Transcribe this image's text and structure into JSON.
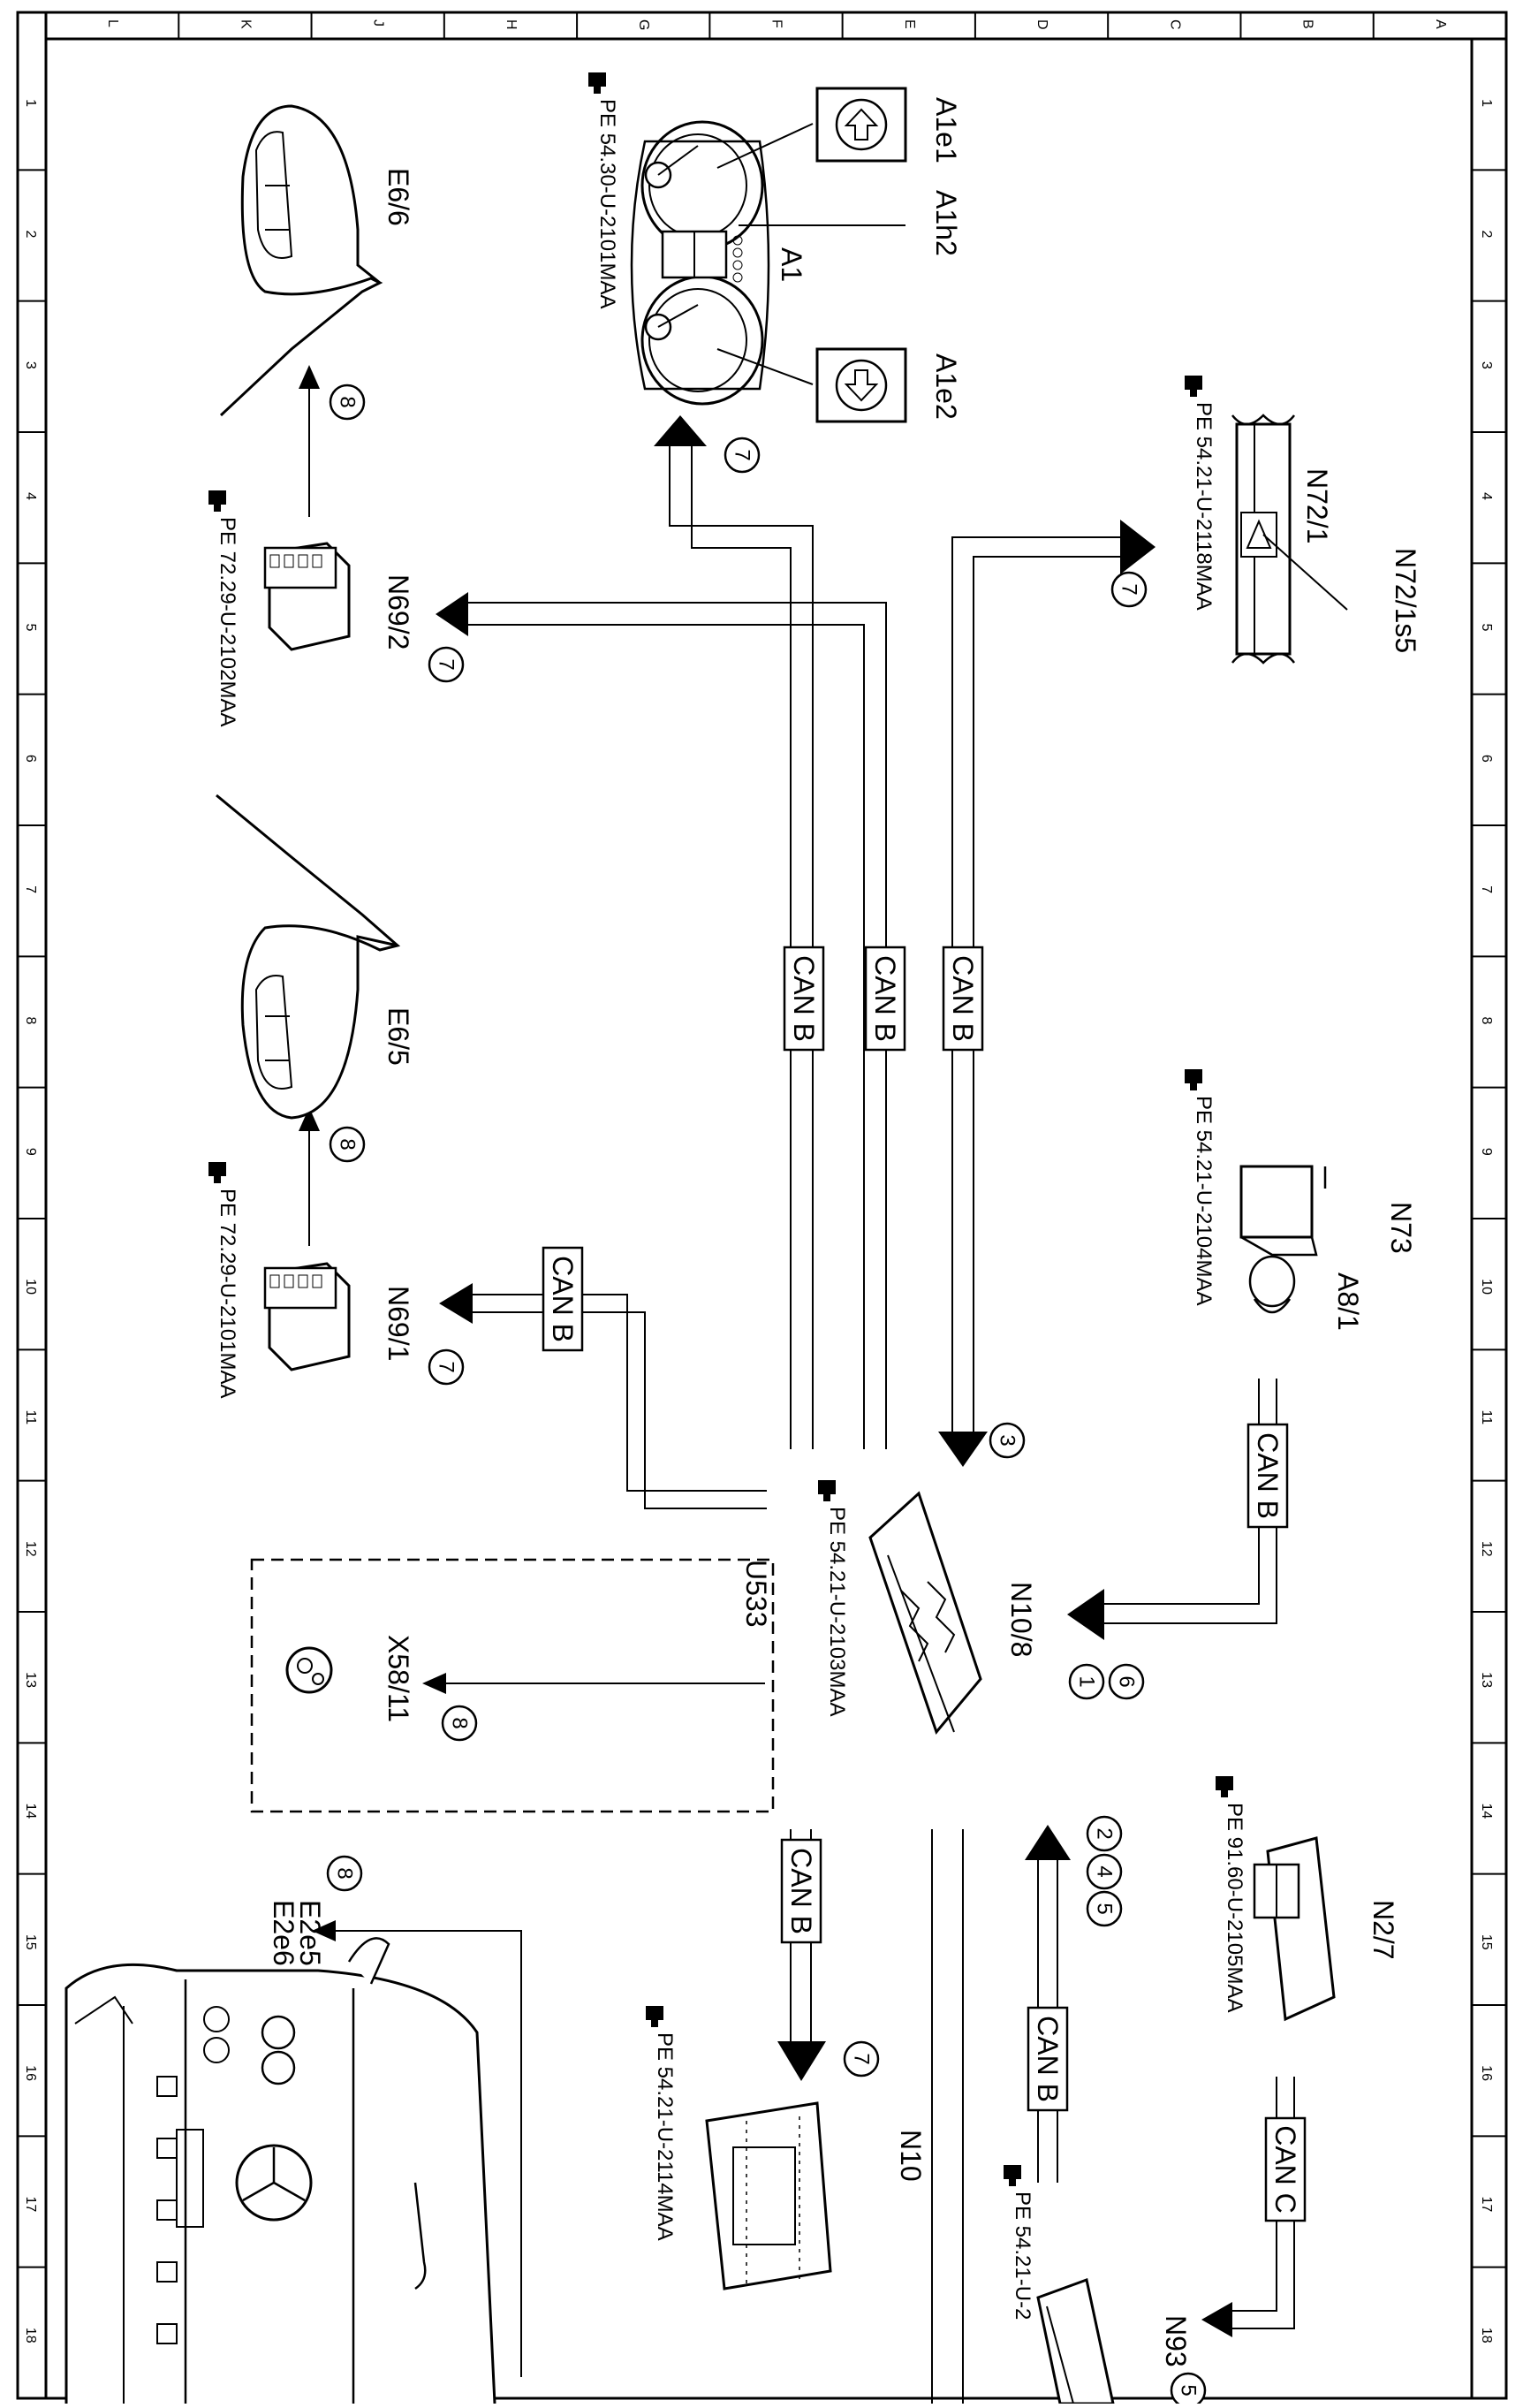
{
  "grid": {
    "cols": [
      "A",
      "B",
      "C",
      "D",
      "E",
      "F",
      "G",
      "H",
      "J",
      "K",
      "L"
    ],
    "rows": [
      "1",
      "2",
      "3",
      "4",
      "5",
      "6",
      "7",
      "8",
      "9",
      "10",
      "11",
      "12",
      "13",
      "14",
      "15",
      "16",
      "17",
      "18"
    ]
  },
  "components": {
    "A1": "A1",
    "A1e1": "A1e1",
    "A1h2": "A1h2",
    "A1e2": "A1e2",
    "E6_6": "E6/6",
    "E6_5": "E6/5",
    "N72_1": "N72/1",
    "N72_1s5": "N72/1s5",
    "N69_2": "N69/2",
    "N69_1": "N69/1",
    "N73": "N73",
    "A8_1": "A8/1",
    "N10_8": "N10/8",
    "U533": "U533",
    "X58_11": "X58/11",
    "N2_7": "N2/7",
    "N10": "N10",
    "E2e5": "E2e5",
    "E2e6": "E2e6",
    "N93": "N93"
  },
  "references": {
    "A1": "PE 54.30-U-2101MAA",
    "E6_6": "PE 72.29-U-2102MAA",
    "N72_1": "PE 54.21-U-2118MAA",
    "E6_5": "PE 72.29-U-2101MAA",
    "N73": "PE 54.21-U-2104MAA",
    "N10_8": "PE 54.21-U-2103MAA",
    "N2_7": "PE 91.60-U-2105MAA",
    "N10": "PE 54.21-U-2114MAA",
    "N93": "PE 54.21-U-2"
  },
  "buses": {
    "can_b": "CAN B",
    "can_c": "CAN C"
  },
  "steps": {
    "s1": "1",
    "s2": "2",
    "s3": "3",
    "s4": "4",
    "s5": "5",
    "s6": "6",
    "s7": "7",
    "s8": "8"
  }
}
